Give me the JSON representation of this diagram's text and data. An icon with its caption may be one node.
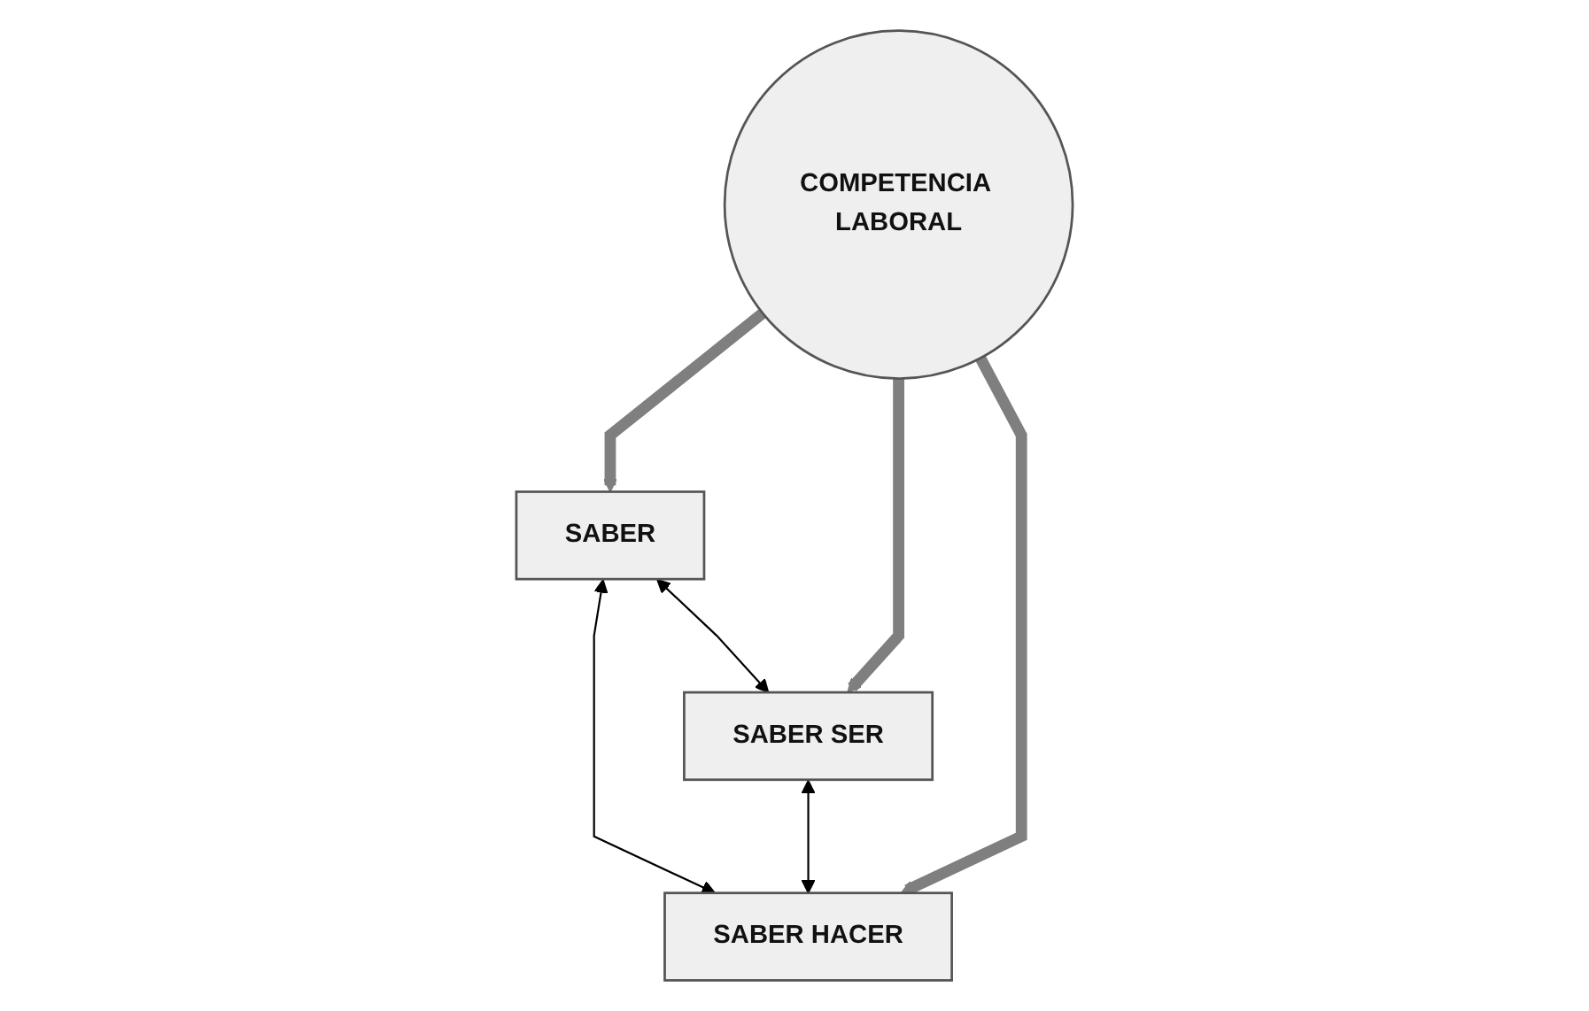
{
  "diagram": {
    "nodes": [
      {
        "text": [
          "SABER"
        ]
      },
      {
        "text": [
          "SABER SER"
        ]
      },
      {
        "text": [
          "COMPETENCIA LABORAL"
        ]
      },
      {
        "text": [
          "SABER HACER"
        ]
      }
    ],
    "edges": [
      {
        "from": 0,
        "to": 1,
        "arrow": "both"
      },
      {
        "from": 0,
        "to": 3,
        "arrow": "both"
      },
      {
        "from": 1,
        "to": 3,
        "arrow": "both"
      },
      {
        "from": 2,
        "to": 0,
        "arrow": "to",
        "style": "thick",
        "color": "#7f7f7f"
      },
      {
        "from": 2,
        "to": 1,
        "arrow": "to",
        "style": "thick",
        "color": "#7f7f7f"
      },
      {
        "from": 2,
        "to": 3,
        "arrow": "to",
        "style": "thick",
        "color": "#7f7f7f"
      }
    ]
  }
}
